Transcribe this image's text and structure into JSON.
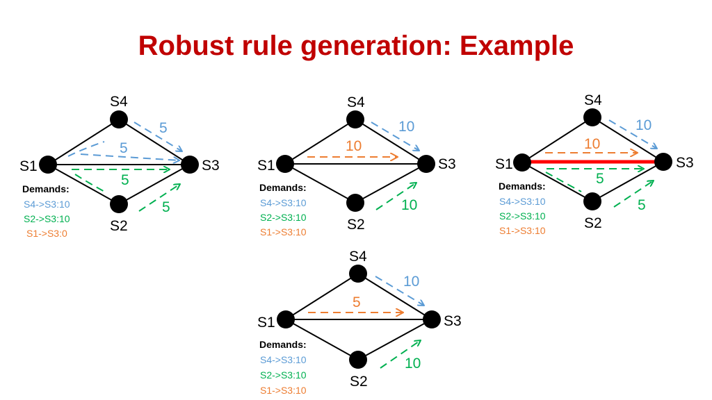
{
  "title": "Robust rule generation: Example",
  "colors": {
    "title": "#c00000",
    "blue": "#5b9bd5",
    "green": "#00b050",
    "orange": "#ed7d31",
    "failed_link": "#ff0000",
    "line": "#000000"
  },
  "diagrams": [
    {
      "nodes": {
        "s1": "S1",
        "s2": "S2",
        "s3": "S3",
        "s4": "S4"
      },
      "flow_labels": {
        "s4_s3": "5",
        "s1_s3_blue": "5",
        "s1_s3_green": "5",
        "s2_s3": "5"
      },
      "demands_title": "Demands:",
      "demands": [
        "S4->S3:10",
        "S2->S3:10",
        "S1->S3:0"
      ]
    },
    {
      "nodes": {
        "s1": "S1",
        "s2": "S2",
        "s3": "S3",
        "s4": "S4"
      },
      "flow_labels": {
        "s4_s3": "10",
        "s1_s3_orange": "10",
        "s2_s3": "10"
      },
      "demands_title": "Demands:",
      "demands": [
        "S4->S3:10",
        "S2->S3:10",
        "S1->S3:10"
      ]
    },
    {
      "nodes": {
        "s1": "S1",
        "s2": "S2",
        "s3": "S3",
        "s4": "S4"
      },
      "flow_labels": {
        "s4_s3": "10",
        "s1_s3_orange": "10",
        "s1_s3_green": "5",
        "s2_s3": "5"
      },
      "demands_title": "Demands:",
      "demands": [
        "S4->S3:10",
        "S2->S3:10",
        "S1->S3:10"
      ]
    },
    {
      "nodes": {
        "s1": "S1",
        "s2": "S2",
        "s3": "S3",
        "s4": "S4"
      },
      "flow_labels": {
        "s4_s3": "10",
        "s1_s3_orange": "5",
        "s2_s3": "10"
      },
      "demands_title": "Demands:",
      "demands": [
        "S4->S3:10",
        "S2->S3:10",
        "S1->S3:10"
      ]
    }
  ]
}
